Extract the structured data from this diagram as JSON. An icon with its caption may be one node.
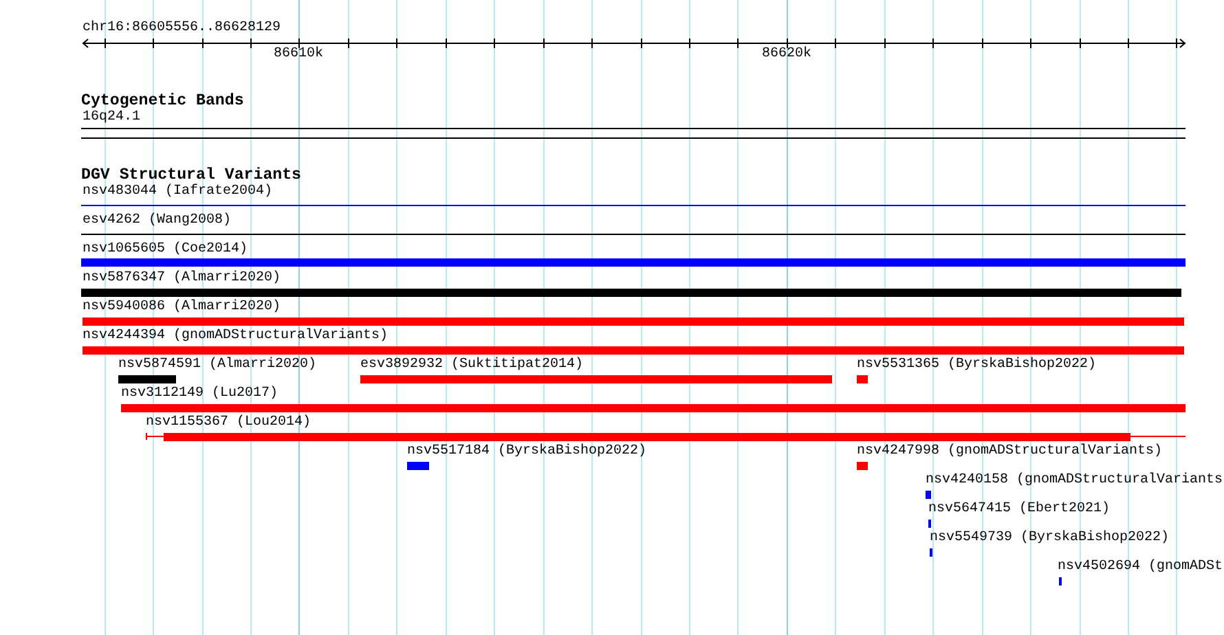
{
  "diagram": {
    "labels": [
      "chr16:86605556..86628129",
      "86610k",
      "86620k",
      "Cytogenetic Bands",
      "16q24.1",
      "DGV Structural Variants",
      "nsv483044 (Iafrate2004)",
      "esv4262 (Wang2008)",
      "nsv1065605 (Coe2014)",
      "nsv5876347 (Almarri2020)",
      "nsv5940086 (Almarri2020)",
      "nsv4244394 (gnomADStructuralVariants)",
      "nsv5874591 (Almarri2020)",
      "esv3892932 (Suktitipat2014)",
      "nsv5531365 (ByrskaBishop2022)",
      "nsv3112149 (Lu2017)",
      "nsv1155367 (Lou2014)",
      "nsv5517184 (ByrskaBishop2022)",
      "nsv4247998 (gnomADStructuralVariants)",
      "nsv4240158 (gnomADStructuralVariants",
      "nsv5647415 (Ebert2021)",
      "nsv5549739 (ByrskaBishop2022)",
      "nsv4502694 (gnomADSt"
    ]
  }
}
